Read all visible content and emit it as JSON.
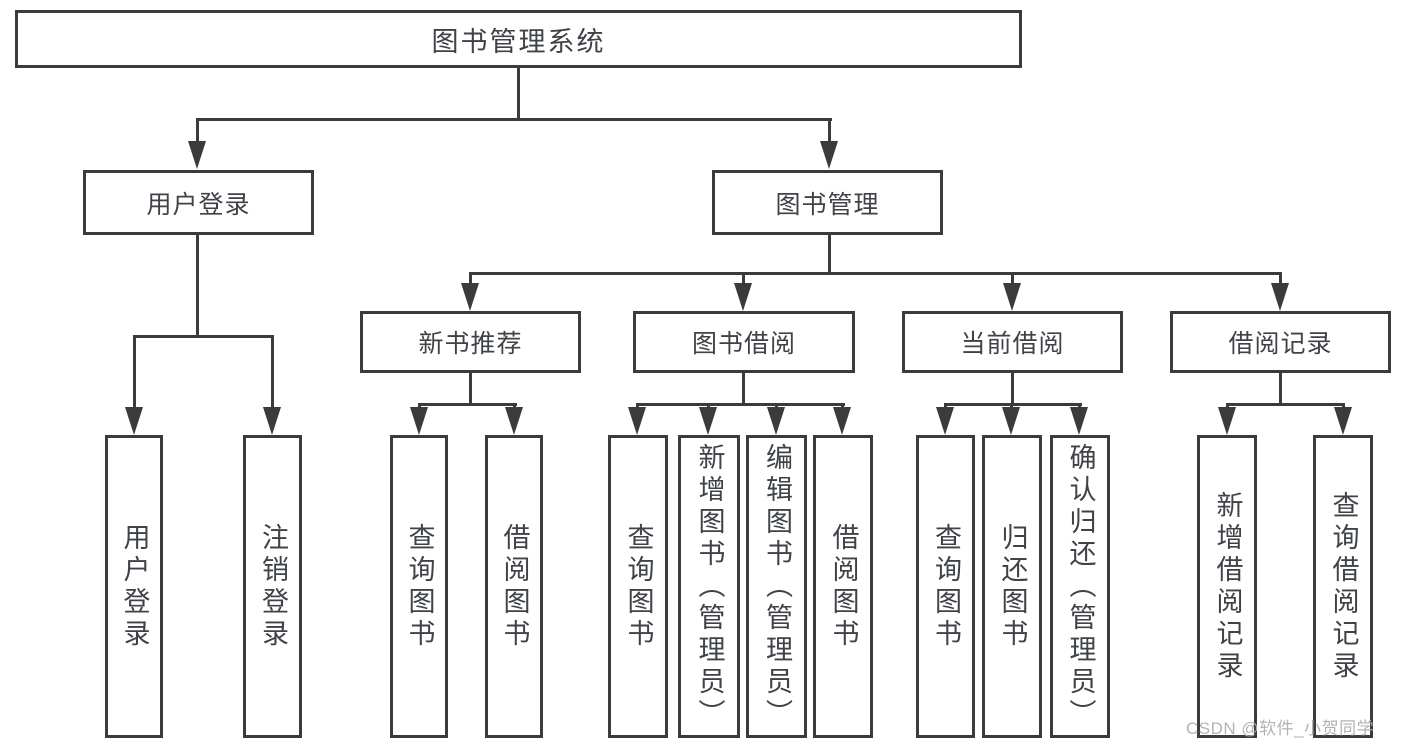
{
  "diagram": {
    "root": {
      "label": "图书管理系统"
    },
    "branches": [
      {
        "label": "用户登录",
        "children": [
          {
            "label": "用户登录"
          },
          {
            "label": "注销登录"
          }
        ]
      },
      {
        "label": "图书管理",
        "children": [
          {
            "label": "新书推荐",
            "children": [
              {
                "label": "查询图书"
              },
              {
                "label": "借阅图书"
              }
            ]
          },
          {
            "label": "图书借阅",
            "children": [
              {
                "label": "查询图书"
              },
              {
                "label": "新增图书（管理员）"
              },
              {
                "label": "编辑图书（管理员）"
              },
              {
                "label": "借阅图书"
              }
            ]
          },
          {
            "label": "当前借阅",
            "children": [
              {
                "label": "查询图书"
              },
              {
                "label": "归还图书"
              },
              {
                "label": "确认归还（管理员）"
              }
            ]
          },
          {
            "label": "借阅记录",
            "children": [
              {
                "label": "新增借阅记录"
              },
              {
                "label": "查询借阅记录"
              }
            ]
          }
        ]
      }
    ]
  },
  "watermark": {
    "text": "CSDN @软件_小贺同学"
  },
  "colors": {
    "line": "#3b3b3b",
    "text": "#3f4247",
    "watermark": "#afafaf",
    "background": "#ffffff"
  }
}
